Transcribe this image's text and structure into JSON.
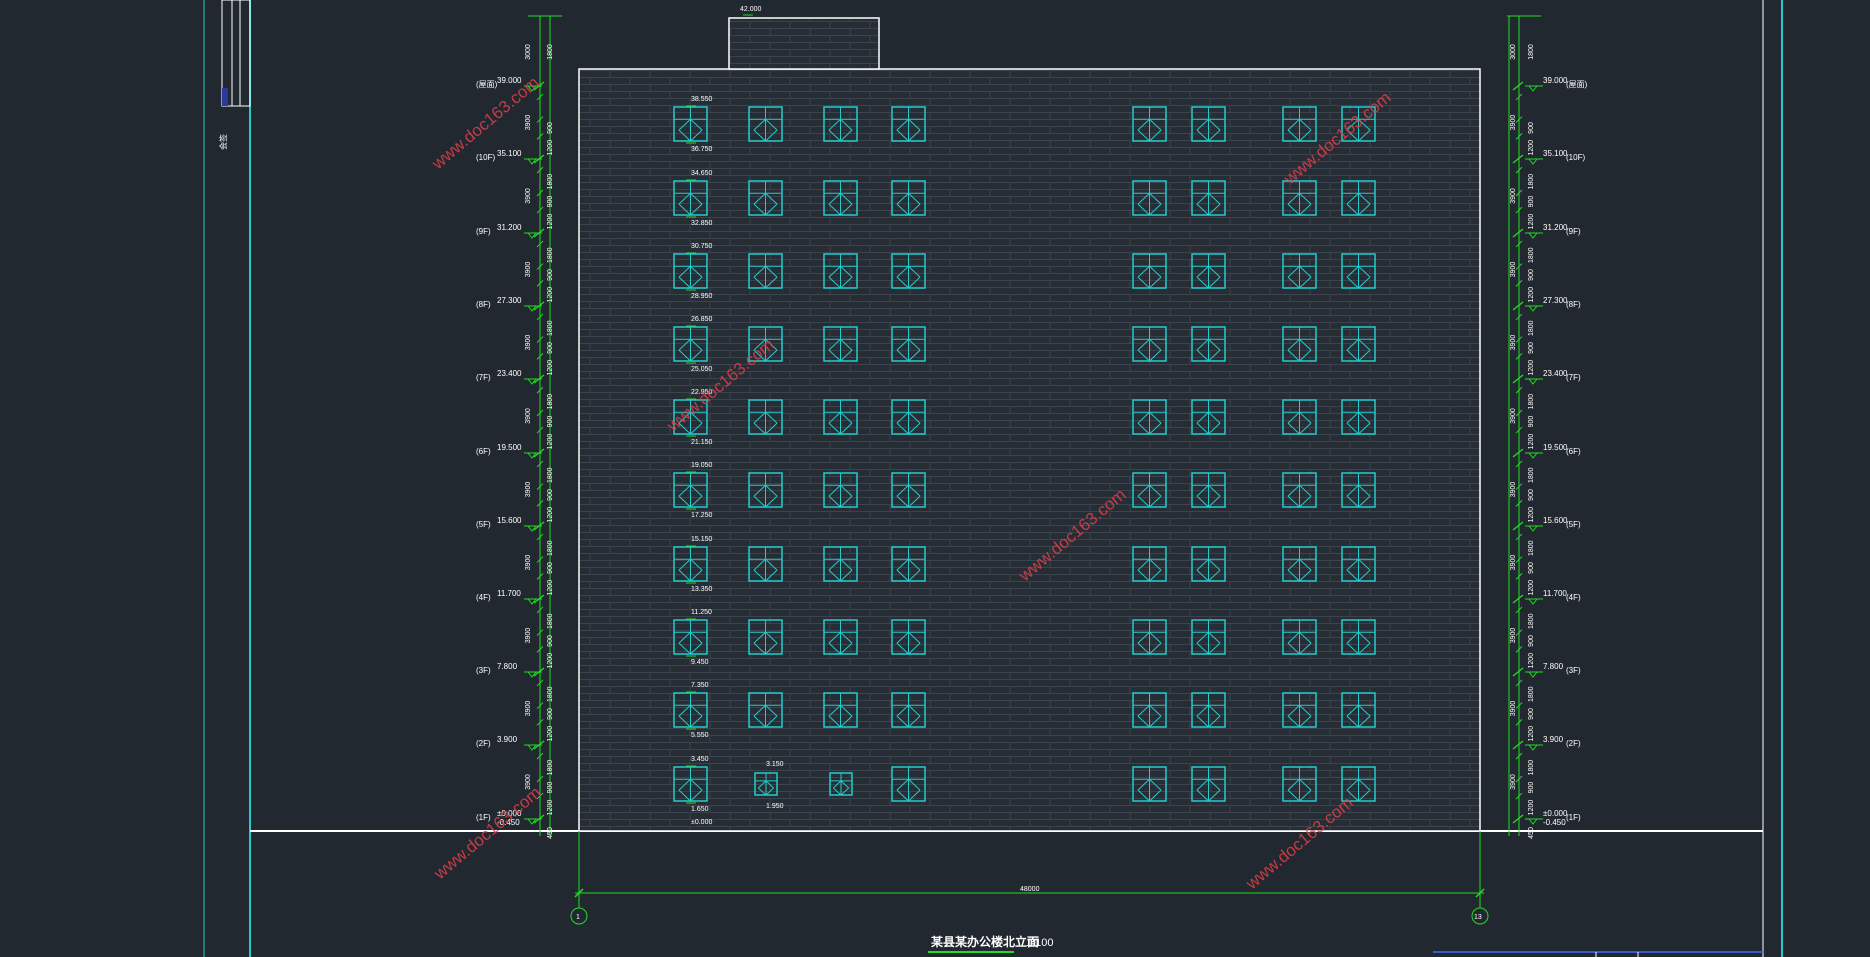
{
  "drawing": {
    "title": "某县某办公楼北立面",
    "scale": "1:100",
    "overall_width_dim": "48000",
    "axis_left": "1",
    "axis_right": "13",
    "roof_top_elev": "42.000",
    "watermark": "www.doc163.com",
    "side_note": "会签"
  },
  "levels": [
    {
      "label": "(1F)",
      "left": "±0.000",
      "left2": "-0.450",
      "right": "±0.000",
      "right2": "-0.450"
    },
    {
      "label": "(2F)",
      "left": "3.900",
      "right": "3.900"
    },
    {
      "label": "(3F)",
      "left": "7.800",
      "right": "7.800"
    },
    {
      "label": "(4F)",
      "left": "11.700",
      "right": "11.700"
    },
    {
      "label": "(5F)",
      "left": "15.600",
      "right": "15.600"
    },
    {
      "label": "(6F)",
      "left": "19.500",
      "right": "19.500"
    },
    {
      "label": "(7F)",
      "left": "23.400",
      "right": "23.400"
    },
    {
      "label": "(8F)",
      "left": "27.300",
      "right": "27.300"
    },
    {
      "label": "(9F)",
      "left": "31.200",
      "right": "31.200"
    },
    {
      "label": "(10F)",
      "left": "35.100",
      "right": "35.100"
    },
    {
      "label": "(屋面)",
      "left": "39.000",
      "right": "39.000"
    }
  ],
  "window_marks": [
    {
      "top": "38.550",
      "bottom": "36.750"
    },
    {
      "top": "34.650",
      "bottom": "32.850"
    },
    {
      "top": "30.750",
      "bottom": "28.950"
    },
    {
      "top": "26.850",
      "bottom": "25.050"
    },
    {
      "top": "22.950",
      "bottom": "21.150"
    },
    {
      "top": "19.050",
      "bottom": "17.250"
    },
    {
      "top": "15.150",
      "bottom": "13.350"
    },
    {
      "top": "11.250",
      "bottom": "9.450"
    },
    {
      "top": "7.350",
      "bottom": "5.550"
    },
    {
      "top": "3.450",
      "bottom": "1.650"
    }
  ],
  "small_window_marks": {
    "top": "3.150",
    "bottom": "1.950"
  },
  "bottom_mark": "±0.000",
  "left_dims": [
    "450",
    "1200",
    "900",
    "1800",
    "1200",
    "900",
    "1800",
    "1200",
    "900",
    "1800",
    "1200",
    "900",
    "1800",
    "1200",
    "900",
    "1800",
    "1200",
    "900",
    "1800",
    "1200",
    "900",
    "1800",
    "1200",
    "900",
    "1800",
    "1200",
    "900",
    "1800",
    "1200",
    "900",
    "1800",
    "3000"
  ],
  "left_big_dims": [
    "3900",
    "3900",
    "3900",
    "3900",
    "3900",
    "3900",
    "3900",
    "3900",
    "3900",
    "3900",
    "3000"
  ],
  "colors": {
    "bg": "#212830",
    "line": "#ffffff",
    "green": "#22dd22",
    "cyan": "#22cccc",
    "brick": "#3a434e",
    "facade": "#262d35",
    "watermark": "#e0404a"
  }
}
